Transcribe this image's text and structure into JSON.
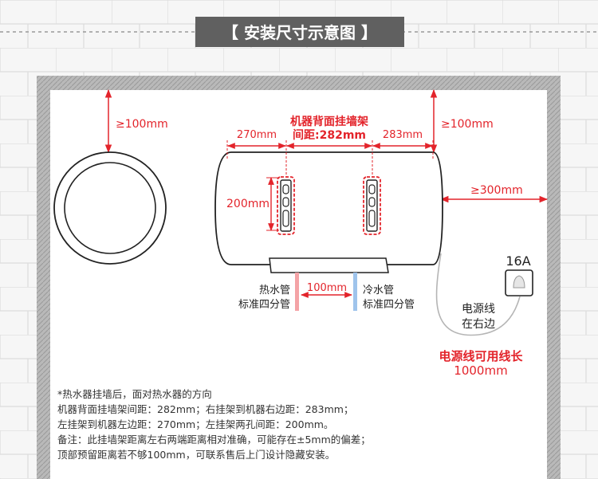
{
  "title": "【 安装尺寸示意图 】",
  "dims": {
    "top_left_clearance": "≥100mm",
    "top_right_clearance": "≥100mm",
    "right_clearance": "≥300mm",
    "bracket_title_line1": "机器背面挂墙架",
    "bracket_title_line2": "间距:282mm",
    "left_offset": "270mm",
    "right_offset": "283mm",
    "bracket_hole_spacing": "200mm",
    "pipe_spacing": "100mm"
  },
  "pipes": {
    "hot_line1": "热水管",
    "hot_line2": "标准四分管",
    "cold_line1": "冷水管",
    "cold_line2": "标准四分管"
  },
  "power": {
    "socket_rating": "16A",
    "cable_line1": "电源线",
    "cable_line2": "在右边",
    "length_line1": "电源线可用线长",
    "length_line2": "1000mm"
  },
  "notes": [
    "*热水器挂墙后，面对热水器的方向",
    "机器背面挂墙架间距：282mm；右挂架到机器右边距：283mm；",
    "左挂架到机器左边距：270mm；左挂架两孔间距：200mm。",
    "备注：此挂墙架距离左右两端距离相对准确，可能存在±5mm的偏差；",
    "顶部预留距离若不够100mm，可联系售后上门设计隐藏安装。"
  ],
  "colors": {
    "accent_red": "#e3242b",
    "wall": "#a7a7a7",
    "title_bg": "#606060",
    "hot_pipe": "#f4a3a6",
    "cold_pipe": "#9fc4ec"
  }
}
